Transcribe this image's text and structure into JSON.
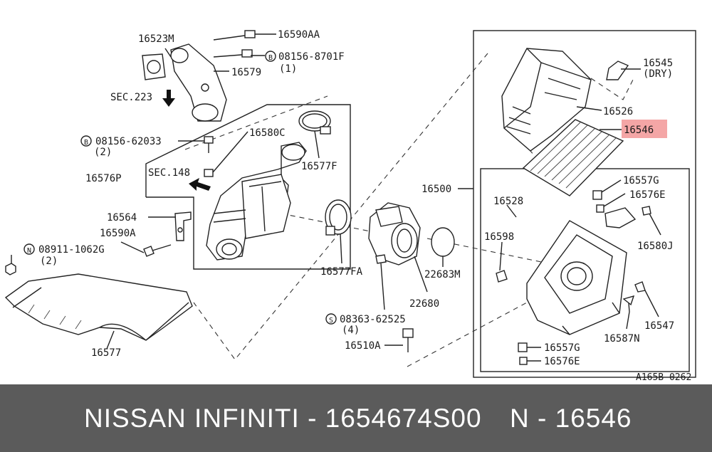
{
  "labels": {
    "p16523M": "16523M",
    "p16590AA": "16590AA",
    "p08156_8701F": "08156-8701F",
    "p08156_8701F_qty": "(1)",
    "p16579": "16579",
    "sec223": "SEC.223",
    "p08156_62033": "08156-62033",
    "p08156_62033_qty": "(2)",
    "p16580C": "16580C",
    "p16577F": "16577F",
    "p16576P": "16576P",
    "sec148": "SEC.148",
    "p16564": "16564",
    "p16590A": "16590A",
    "p08911_1062G": "08911-1062G",
    "p08911_1062G_qty": "(2)",
    "p16577": "16577",
    "p16577FA": "16577FA",
    "p08363_62525": "08363-62525",
    "p08363_62525_qty": "(4)",
    "p16510A": "16510A",
    "p22680": "22680",
    "p22683M": "22683M",
    "p16500": "16500",
    "p16545": "16545",
    "p16545_note": "(DRY)",
    "p16526": "16526",
    "p16546": "16546",
    "p16557G_top": "16557G",
    "p16576E_top": "16576E",
    "p16528": "16528",
    "p16598": "16598",
    "p16580J": "16580J",
    "p16547": "16547",
    "p16587N": "16587N",
    "p16557G_bottom": "16557G",
    "p16576E_bottom": "16576E",
    "diagram_code": "A165B 0262"
  },
  "badges": {
    "bolt_b": "B",
    "bolt_b2": "B",
    "nut_n": "N",
    "screw_s": "S"
  },
  "highlight_color": "#f4a6a6",
  "footer": {
    "left": "NISSAN  INFINITI - 1654674S00",
    "right": "N - 16546"
  }
}
